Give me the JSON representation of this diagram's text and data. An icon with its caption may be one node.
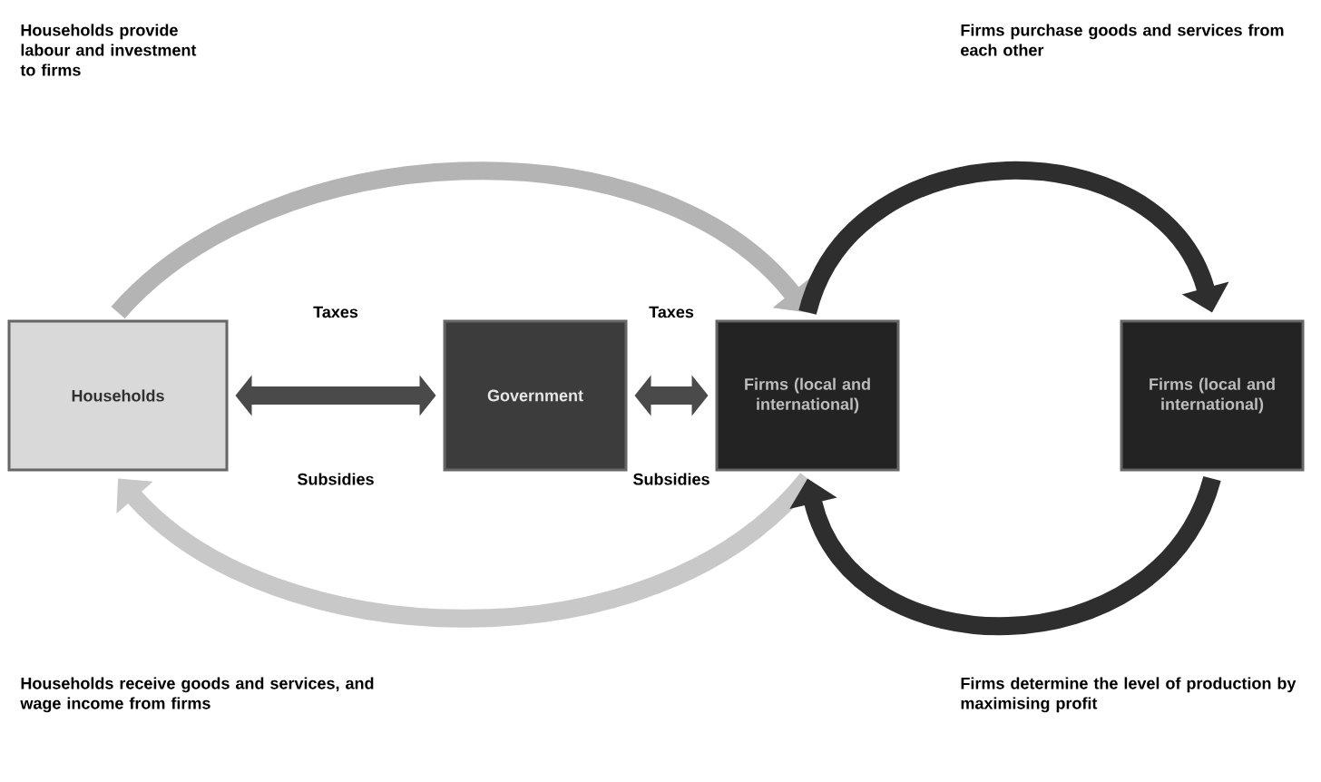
{
  "diagram": {
    "nodes": [
      {
        "text": [
          "Households"
        ]
      },
      {
        "text": [
          "Government"
        ]
      },
      {
        "text": [
          "Firms (local and international)"
        ]
      },
      {
        "text": [
          "Firms (local and international)"
        ]
      }
    ],
    "edges": [
      {
        "from": 0,
        "to": 2,
        "arrow": "to",
        "color": "#b4b4b4"
      },
      {
        "from": 2,
        "to": 0,
        "arrow": "to",
        "color": "#c8c8c8"
      },
      {
        "from": 0,
        "to": 1,
        "arrow": "both",
        "color": "#4a4a4a"
      },
      {
        "from": 1,
        "to": 2,
        "arrow": "both",
        "color": "#4a4a4a"
      },
      {
        "from": 2,
        "to": 3,
        "arrow": "to",
        "color": "#2e2e2e"
      },
      {
        "from": 3,
        "to": 2,
        "arrow": "to",
        "color": "#2e2e2e"
      }
    ],
    "labels": [
      "Households provide labour and investment to firms",
      "Firms purchase goods and services from each other",
      "Taxes",
      "Taxes",
      "Subsidies",
      "Subsidies",
      "Households receive goods and services, and wage income from firms",
      "Firms determine the level of production by maximising profit"
    ]
  }
}
